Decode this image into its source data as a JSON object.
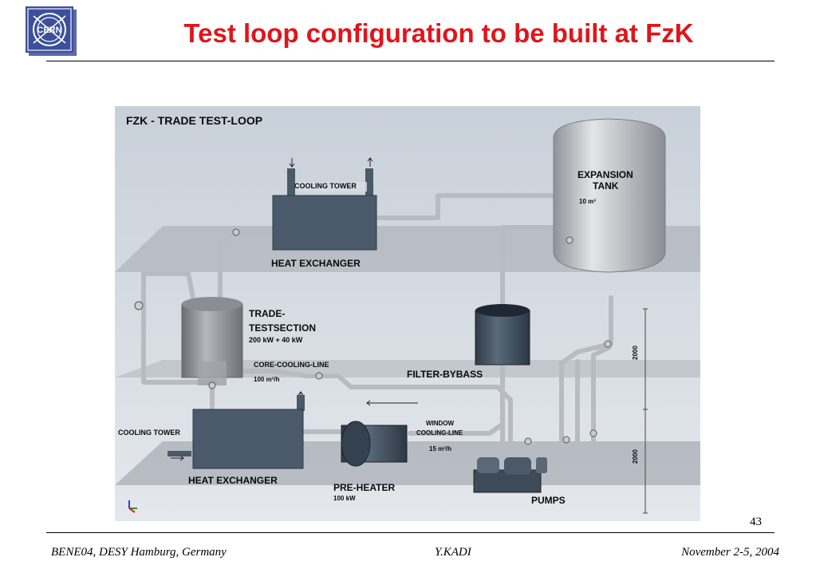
{
  "slide": {
    "title": "Test loop configuration to be built at FzK",
    "page_number": "43",
    "logo_text": "CERN"
  },
  "diagram": {
    "heading": "FZK - TRADE TEST-LOOP",
    "expansion_tank": {
      "line1": "EXPANSION",
      "line2": "TANK",
      "volume": "10 m³"
    },
    "cooling_tower_top": "COOLING TOWER",
    "heat_exchanger_top": "HEAT EXCHANGER",
    "trade_testsection": {
      "line1": "TRADE-",
      "line2": "TESTSECTION",
      "power": "200 kW + 40 kW"
    },
    "core_cooling_line": {
      "label": "CORE-COOLING-LINE",
      "flow": "100 m³/h"
    },
    "filter_bybass": "FILTER-BYBASS",
    "window_cooling_line": {
      "line1": "WINDOW",
      "line2": "COOLING-LINE",
      "flow": "15 m³/h"
    },
    "cooling_tower_bottom": "COOLING TOWER",
    "heat_exchanger_bottom": "HEAT EXCHANGER",
    "pre_heater": {
      "label": "PRE-HEATER",
      "power": "100 kW"
    },
    "pumps": "PUMPS",
    "dimension_upper": "2000",
    "dimension_lower": "2000"
  },
  "footer": {
    "left": "BENE04, DESY Hamburg, Germany",
    "center": "Y.KADI",
    "right": "November 2-5, 2004"
  },
  "colors": {
    "title": "#e0151b",
    "equipment": "#4a5a6a",
    "pipe": "#b8bcc2",
    "floor": "#a8aeb6",
    "background": "#d7dde4"
  }
}
